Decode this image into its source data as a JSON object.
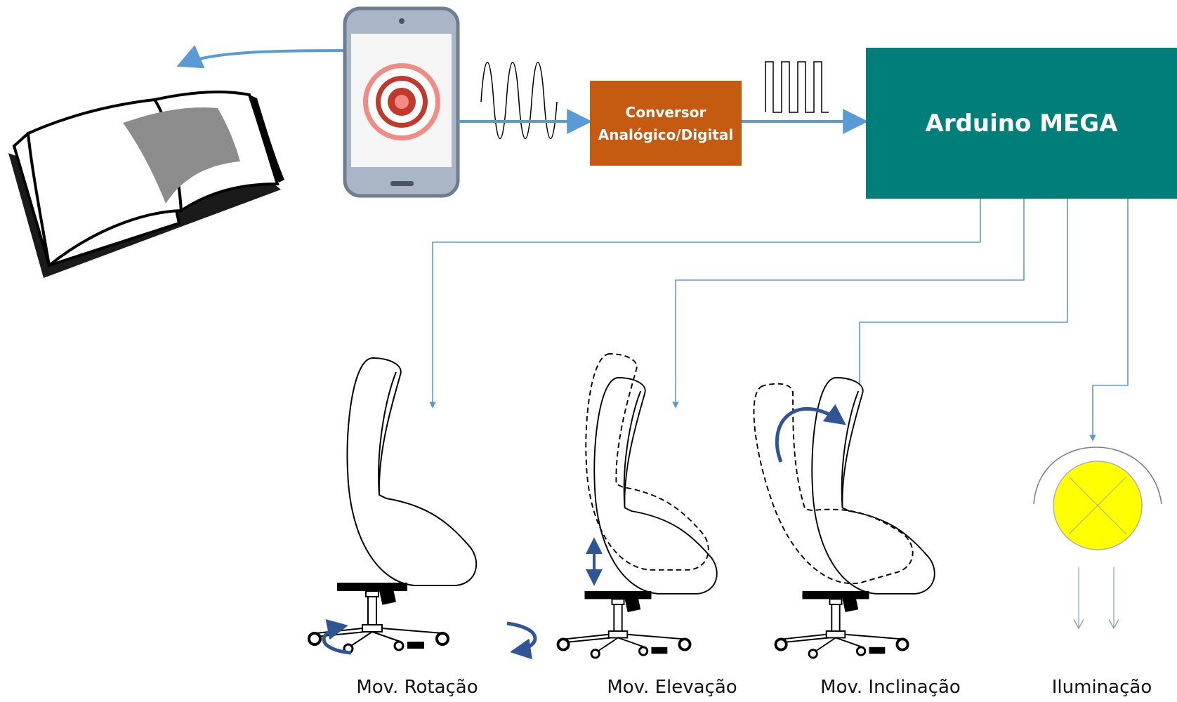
{
  "converter": {
    "label": "Conversor\nAnalógico/Digital"
  },
  "arduino": {
    "label": "Arduino MEGA"
  },
  "outputs": [
    {
      "id": "rotation",
      "label": "Mov. Rotação"
    },
    {
      "id": "elevation",
      "label": "Mov. Elevação"
    },
    {
      "id": "tilt",
      "label": "Mov. Inclinação"
    },
    {
      "id": "light",
      "label": "Iluminação"
    }
  ],
  "colors": {
    "converter": "#c55a11",
    "arduino": "#007f7a",
    "arrow": "#5b9bd5",
    "motion_arrow": "#2f5597",
    "lamp": "#ffff00",
    "phone_screen": "#f5f5f5",
    "book_page": "#8c8c8c"
  },
  "icons": [
    "book-icon",
    "smartphone-icon",
    "target-icon",
    "analog-wave-icon",
    "digital-wave-icon",
    "chair-icon",
    "lamp-icon"
  ]
}
